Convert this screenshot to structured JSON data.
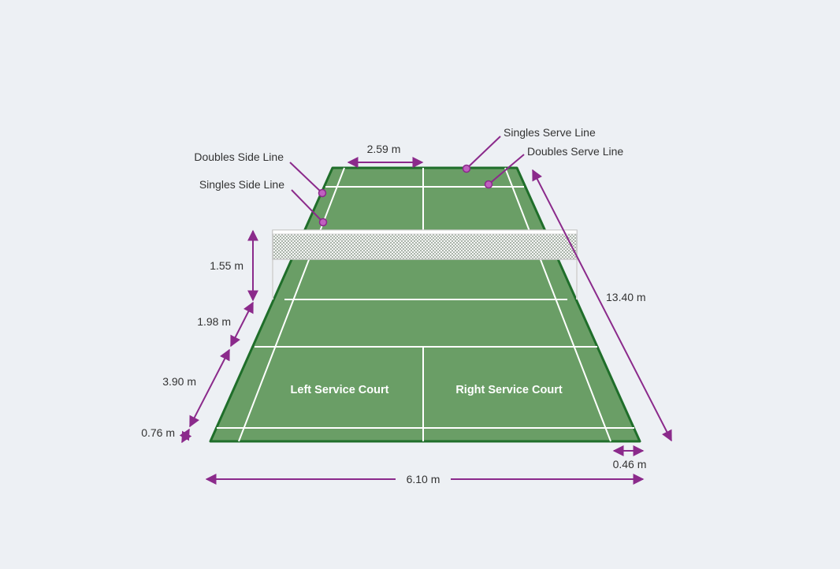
{
  "colors": {
    "background": "#edf0f4",
    "court_fill": "#6a9e66",
    "court_border": "#1f6e2a",
    "court_lines": "#ffffff",
    "dimension_arrows": "#8b2a8b",
    "marker_fill": "#c060c0",
    "net": "#ffffff"
  },
  "callouts": {
    "doubles_side_line": "Doubles Side Line",
    "singles_side_line": "Singles Side Line",
    "singles_serve_line": "Singles Serve Line",
    "doubles_serve_line": "Doubles Serve Line"
  },
  "dimensions": {
    "top_width": "2.59 m",
    "net_height": "1.55 m",
    "short_serve": "1.98 m",
    "service_length": "3.90 m",
    "back_gap": "0.76 m",
    "total_length": "13.40 m",
    "side_alley": "0.46 m",
    "total_width": "6.10 m"
  },
  "court_labels": {
    "left": "Left Service Court",
    "right": "Right Service Court"
  },
  "icons": [
    "dimension-arrow-icon",
    "callout-marker-icon",
    "net-mesh-icon"
  ]
}
